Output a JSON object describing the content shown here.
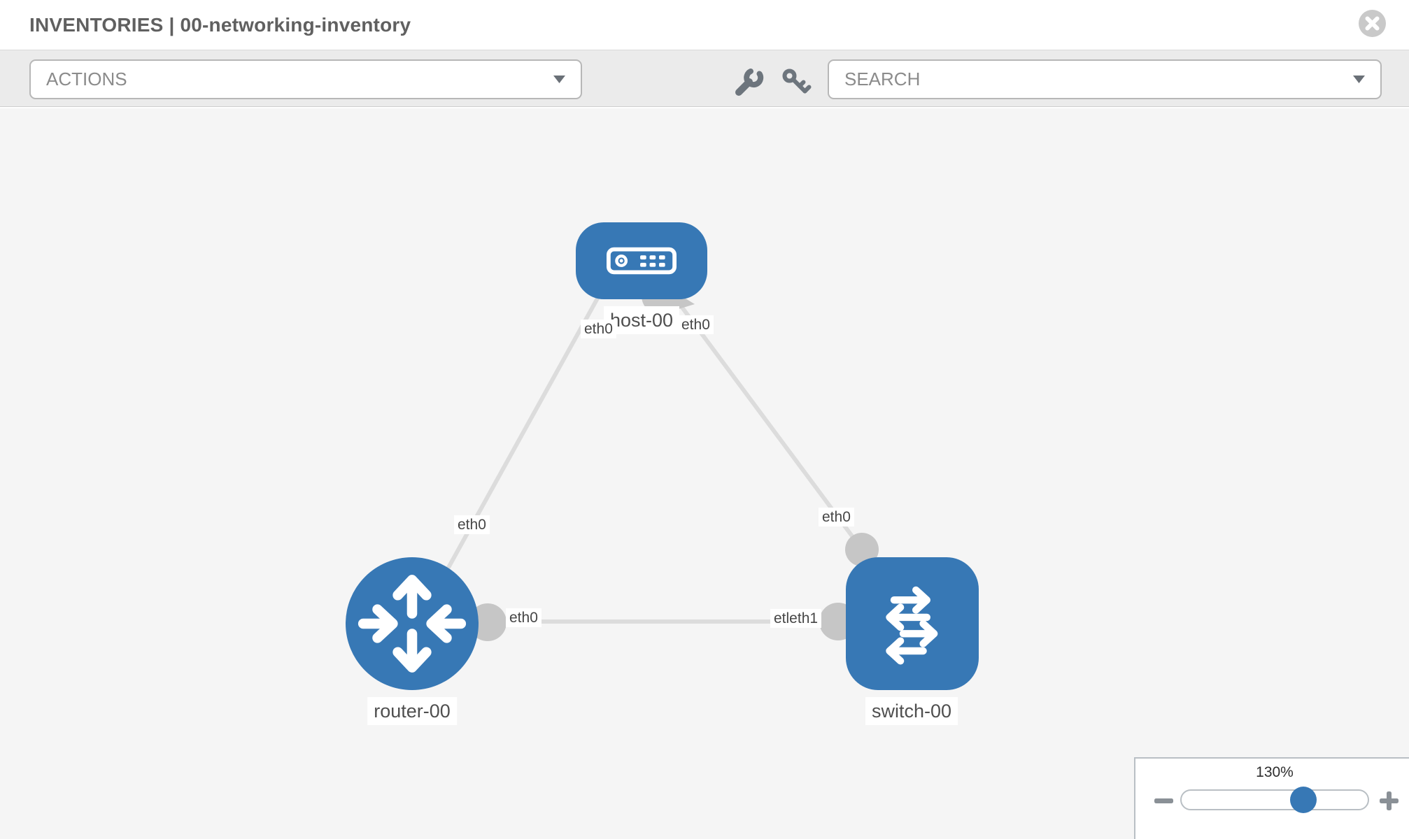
{
  "header": {
    "title": "INVENTORIES | 00-networking-inventory"
  },
  "toolbar": {
    "actions_label": "ACTIONS",
    "search_label": "SEARCH",
    "tool_icons": [
      "wrench",
      "key"
    ]
  },
  "topology": {
    "nodes": [
      {
        "label": "host-00",
        "type": "host",
        "icon": "host-device-icon"
      },
      {
        "label": "router-00",
        "type": "router",
        "icon": "router-arrows-icon"
      },
      {
        "label": "switch-00",
        "type": "switch",
        "icon": "switch-arrows-icon"
      }
    ],
    "edges": [
      {
        "from": "host-00",
        "to": "router-00"
      },
      {
        "from": "host-00",
        "to": "switch-00"
      },
      {
        "from": "router-00",
        "to": "switch-00"
      }
    ],
    "interface_labels": [
      {
        "text": "eth0",
        "position": "host-left"
      },
      {
        "text": "eth0",
        "position": "host-right"
      },
      {
        "text": "eth0",
        "position": "router-top"
      },
      {
        "text": "eth0",
        "position": "router-right"
      },
      {
        "text": "eth0",
        "position": "switch-top"
      },
      {
        "text": "etleth1",
        "position": "switch-left"
      }
    ]
  },
  "zoom_control": {
    "level": "130%"
  },
  "colors": {
    "node_blue": "#3778b5",
    "edge_gray": "#dcdcdc",
    "connector_gray": "#c6c6c6",
    "canvas_bg": "#f5f5f5",
    "toolbar_bg": "#ebebeb",
    "icon_gray": "#6d757d"
  }
}
